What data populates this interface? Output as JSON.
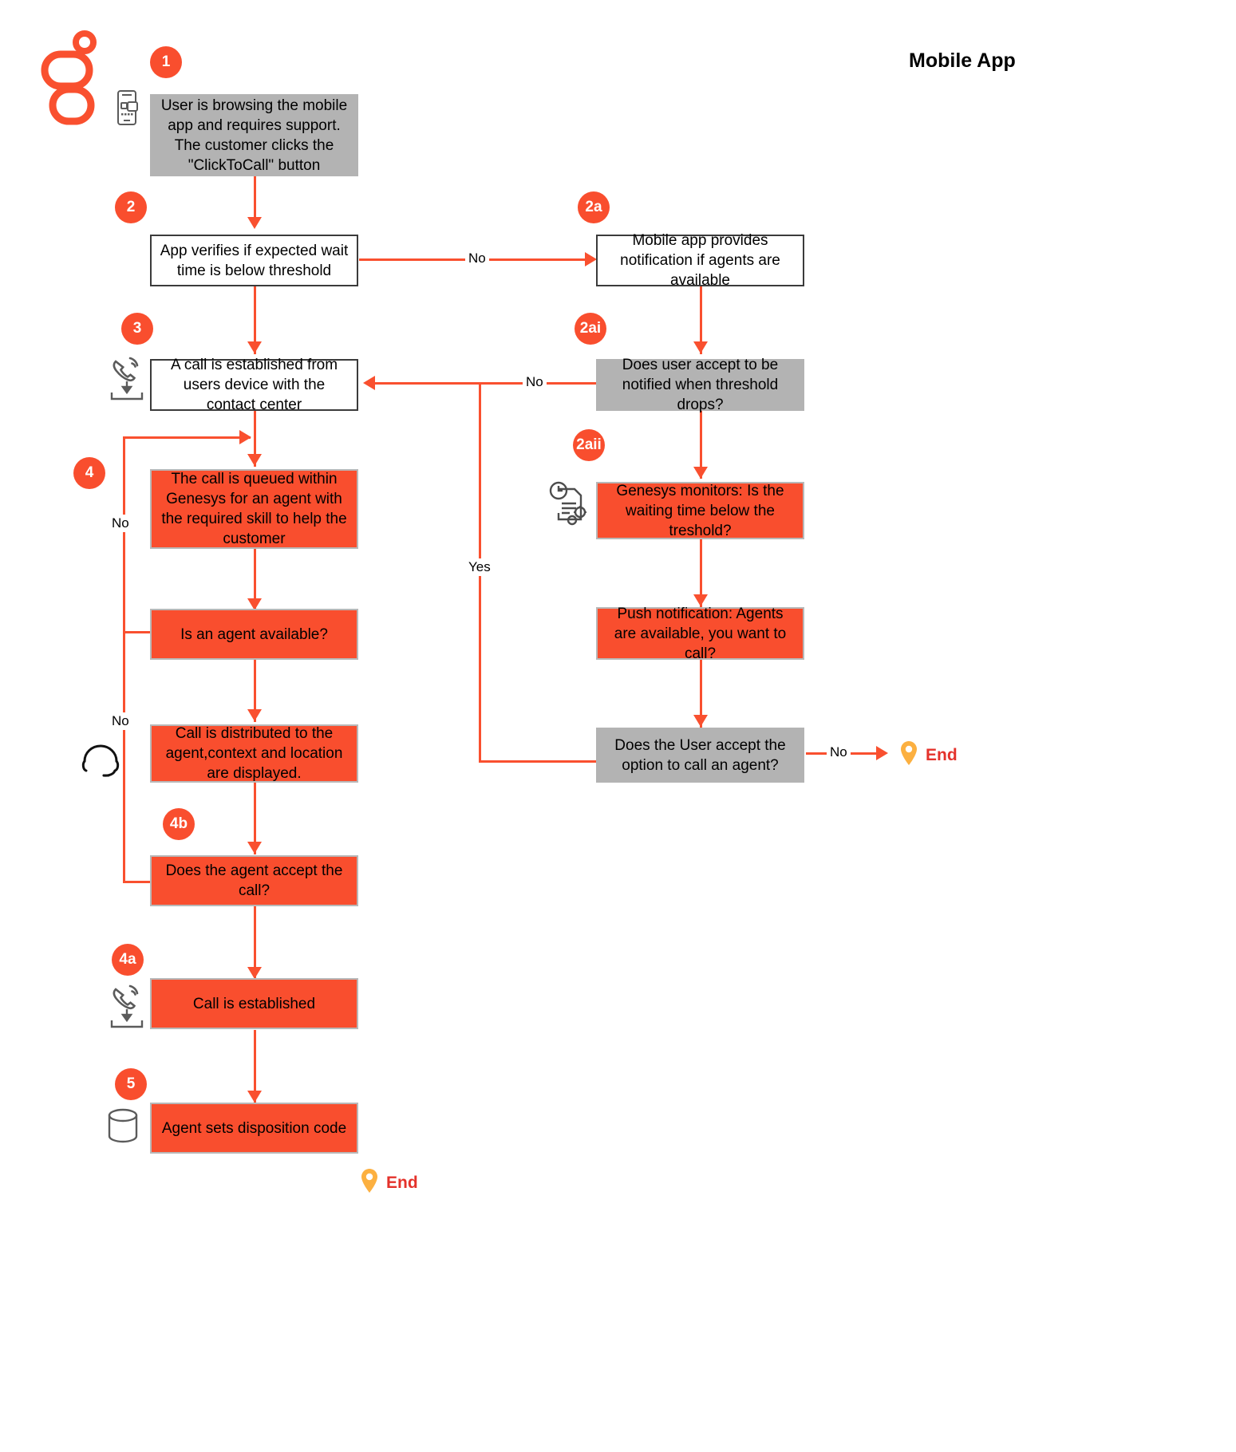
{
  "title": "Mobile App",
  "colors": {
    "accent": "#f94e2e",
    "line": "#f9502f",
    "gray_box": "#b3b3b3",
    "white_box_border": "#3b3b3b",
    "end_text": "#e4322b",
    "end_pin": "#fcb040"
  },
  "bubbles": [
    {
      "id": "b1",
      "label": "1"
    },
    {
      "id": "b2",
      "label": "2"
    },
    {
      "id": "b2a",
      "label": "2a"
    },
    {
      "id": "b3",
      "label": "3"
    },
    {
      "id": "b2ai",
      "label": "2ai"
    },
    {
      "id": "b2aii",
      "label": "2aii"
    },
    {
      "id": "b4",
      "label": "4"
    },
    {
      "id": "b4b",
      "label": "4b"
    },
    {
      "id": "b4a",
      "label": "4a"
    },
    {
      "id": "b5",
      "label": "5"
    }
  ],
  "nodes": {
    "n1": {
      "text": "User is browsing the mobile app and requires support. The customer clicks the \"ClickToCall\" button",
      "style": "gray"
    },
    "n2": {
      "text": "App verifies if expected wait time is below threshold",
      "style": "white"
    },
    "n2a": {
      "text": "Mobile app provides notification if agents are available",
      "style": "white"
    },
    "n3": {
      "text": "A call is established from users device with the contact center",
      "style": "white"
    },
    "n2ai": {
      "text": "Does user accept to be notified when threshold drops?",
      "style": "gray"
    },
    "n4": {
      "text": "The call is queued within Genesys for an agent with the required skill to help the customer",
      "style": "orange"
    },
    "n2aii": {
      "text": "Genesys monitors: Is the waiting time below the treshold?",
      "style": "orange"
    },
    "n4q": {
      "text": "Is an agent available?",
      "style": "orange"
    },
    "npush": {
      "text": "Push notification: Agents are available, you want to call?",
      "style": "orange"
    },
    "n4d": {
      "text": "Call is distributed to the agent,context and location are displayed.",
      "style": "orange"
    },
    "nuser": {
      "text": "Does the User accept the option to call an agent?",
      "style": "gray"
    },
    "n4b": {
      "text": "Does the agent accept the call?",
      "style": "orange"
    },
    "n4a": {
      "text": "Call is established",
      "style": "orange"
    },
    "n5": {
      "text": "Agent sets disposition code",
      "style": "orange"
    }
  },
  "edge_labels": {
    "e_no_2_2a": "No",
    "e_no_2ai_3": "No",
    "e_no_queue": "No",
    "e_no_agent": "No",
    "e_yes_push": "Yes",
    "e_no_end": "No"
  },
  "end_markers": [
    {
      "id": "end_right",
      "label": "End"
    },
    {
      "id": "end_bottom",
      "label": "End"
    }
  ],
  "icons": {
    "logo": "genesys-logo",
    "mobile": "mobile-phone-icon",
    "call_in_3": "incoming-call-icon",
    "monitor": "document-clock-gear-icon",
    "headset": "headset-icon",
    "call_in_4a": "incoming-call-icon",
    "database": "database-icon",
    "pin": "location-pin-icon"
  }
}
